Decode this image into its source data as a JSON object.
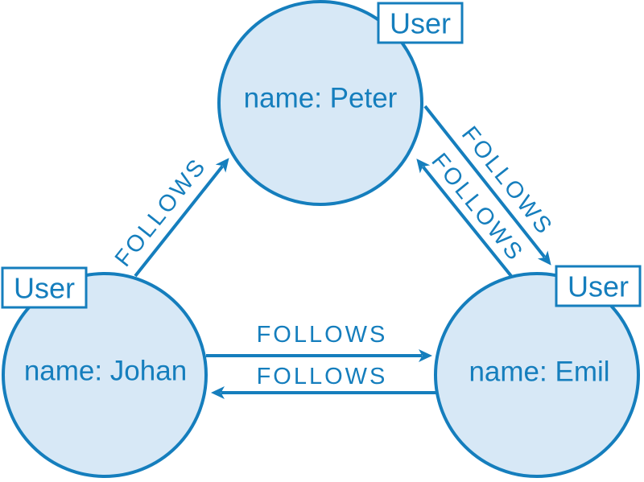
{
  "diagram": {
    "kind": "property-graph",
    "colors": {
      "accent": "#157EBD",
      "node_fill": "#D7E8F6",
      "badge_background": "#FFFFFF"
    },
    "nodes": [
      {
        "id": "peter",
        "label": "User",
        "property_text": "name: Peter"
      },
      {
        "id": "johan",
        "label": "User",
        "property_text": "name: Johan"
      },
      {
        "id": "emil",
        "label": "User",
        "property_text": "name: Emil"
      }
    ],
    "relationships": [
      {
        "type": "FOLLOWS",
        "from": "johan",
        "to": "peter"
      },
      {
        "type": "FOLLOWS",
        "from": "peter",
        "to": "emil"
      },
      {
        "type": "FOLLOWS",
        "from": "emil",
        "to": "peter"
      },
      {
        "type": "FOLLOWS",
        "from": "johan",
        "to": "emil"
      },
      {
        "type": "FOLLOWS",
        "from": "emil",
        "to": "johan"
      }
    ]
  }
}
